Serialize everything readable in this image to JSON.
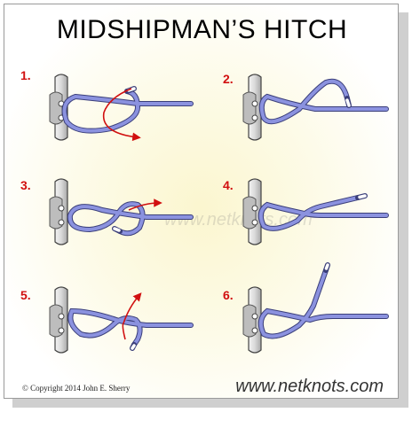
{
  "title": "MIDSHIPMAN’S HITCH",
  "steps": [
    "1.",
    "2.",
    "3.",
    "4.",
    "5.",
    "6."
  ],
  "watermark": "www.netknots.com",
  "copyright": "©  Copyright  2014  John E. Sherry",
  "website": "www.netknots.com",
  "colors": {
    "rope": "#8b92df",
    "rope_edge": "#3b3f7a",
    "arrow": "#d10f0f",
    "step_number": "#d10f0f",
    "cleat": "#dcdcdc"
  }
}
